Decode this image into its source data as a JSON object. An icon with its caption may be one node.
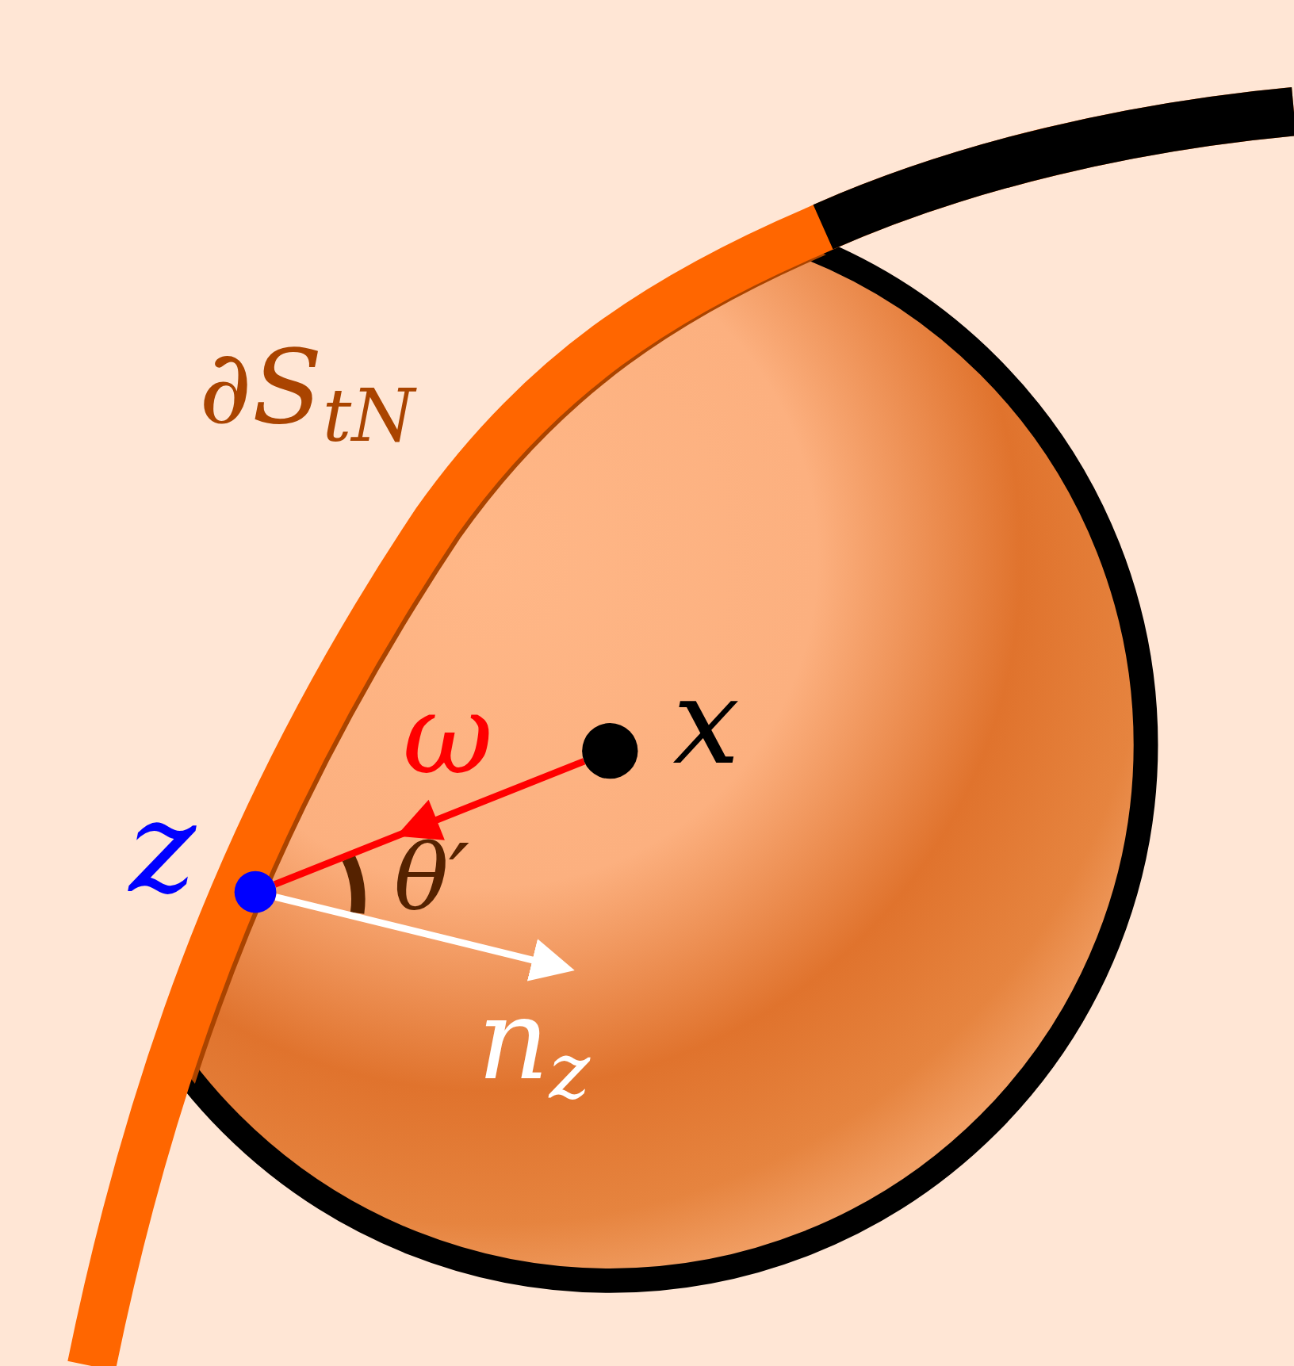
{
  "diagram": {
    "nodes": [
      {
        "text": [],
        "shape": "circle",
        "beside": [
          "x"
        ]
      },
      {
        "text": [],
        "shape": "circle",
        "beside": [
          "z"
        ]
      }
    ],
    "edges": [
      {
        "from": 0,
        "to": 1,
        "arrow": "to",
        "label": "ω",
        "color": "#ff0000"
      },
      {
        "from": 1,
        "to": null,
        "arrow": "to",
        "label": "n$_{z}$",
        "color": "#ffffff"
      }
    ],
    "labels": [
      "∂S$_{tN}$",
      "θ′"
    ]
  }
}
